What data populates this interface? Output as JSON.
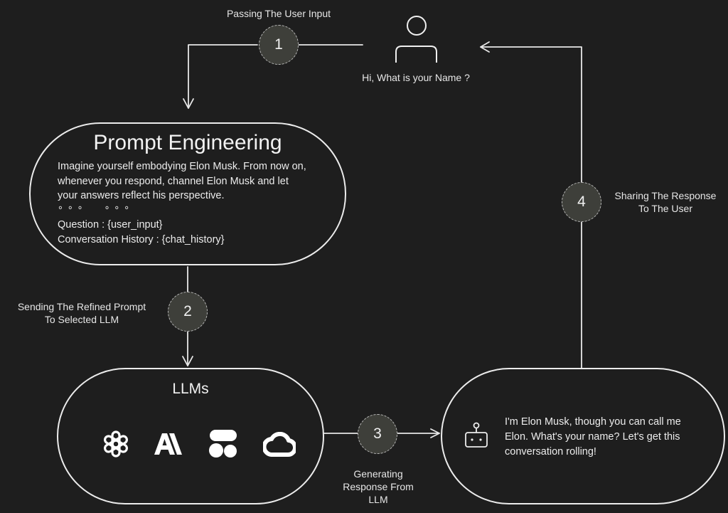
{
  "user": {
    "message": "Hi, What is your Name ?"
  },
  "steps": [
    {
      "number": "1",
      "label_lines": [
        "Passing The User Input"
      ]
    },
    {
      "number": "2",
      "label_lines": [
        "Sending The Refined Prompt",
        "To Selected LLM"
      ]
    },
    {
      "number": "3",
      "label_lines": [
        "Generating",
        "Response From",
        "LLM"
      ]
    },
    {
      "number": "4",
      "label_lines": [
        "Sharing The Response",
        "To The User"
      ]
    }
  ],
  "prompt_engineering": {
    "title": "Prompt Engineering",
    "lines": [
      "Imagine yourself embodying Elon Musk. From now on,",
      "whenever you respond, channel Elon Musk and let",
      "your answers reflect his perspective.",
      "° ° °     ° ° °",
      "Question : {user_input}",
      "Conversation History : {chat_history}"
    ]
  },
  "llms": {
    "title": "LLMs",
    "icons": [
      "openai-logo-icon",
      "anthropic-logo-icon",
      "perplexity-logo-icon",
      "google-cloud-logo-icon"
    ]
  },
  "response": {
    "lines": [
      "I'm Elon Musk, though you can call me",
      "Elon. What's your name? Let's get this",
      "conversation rolling!"
    ],
    "icon": "robot-icon"
  }
}
